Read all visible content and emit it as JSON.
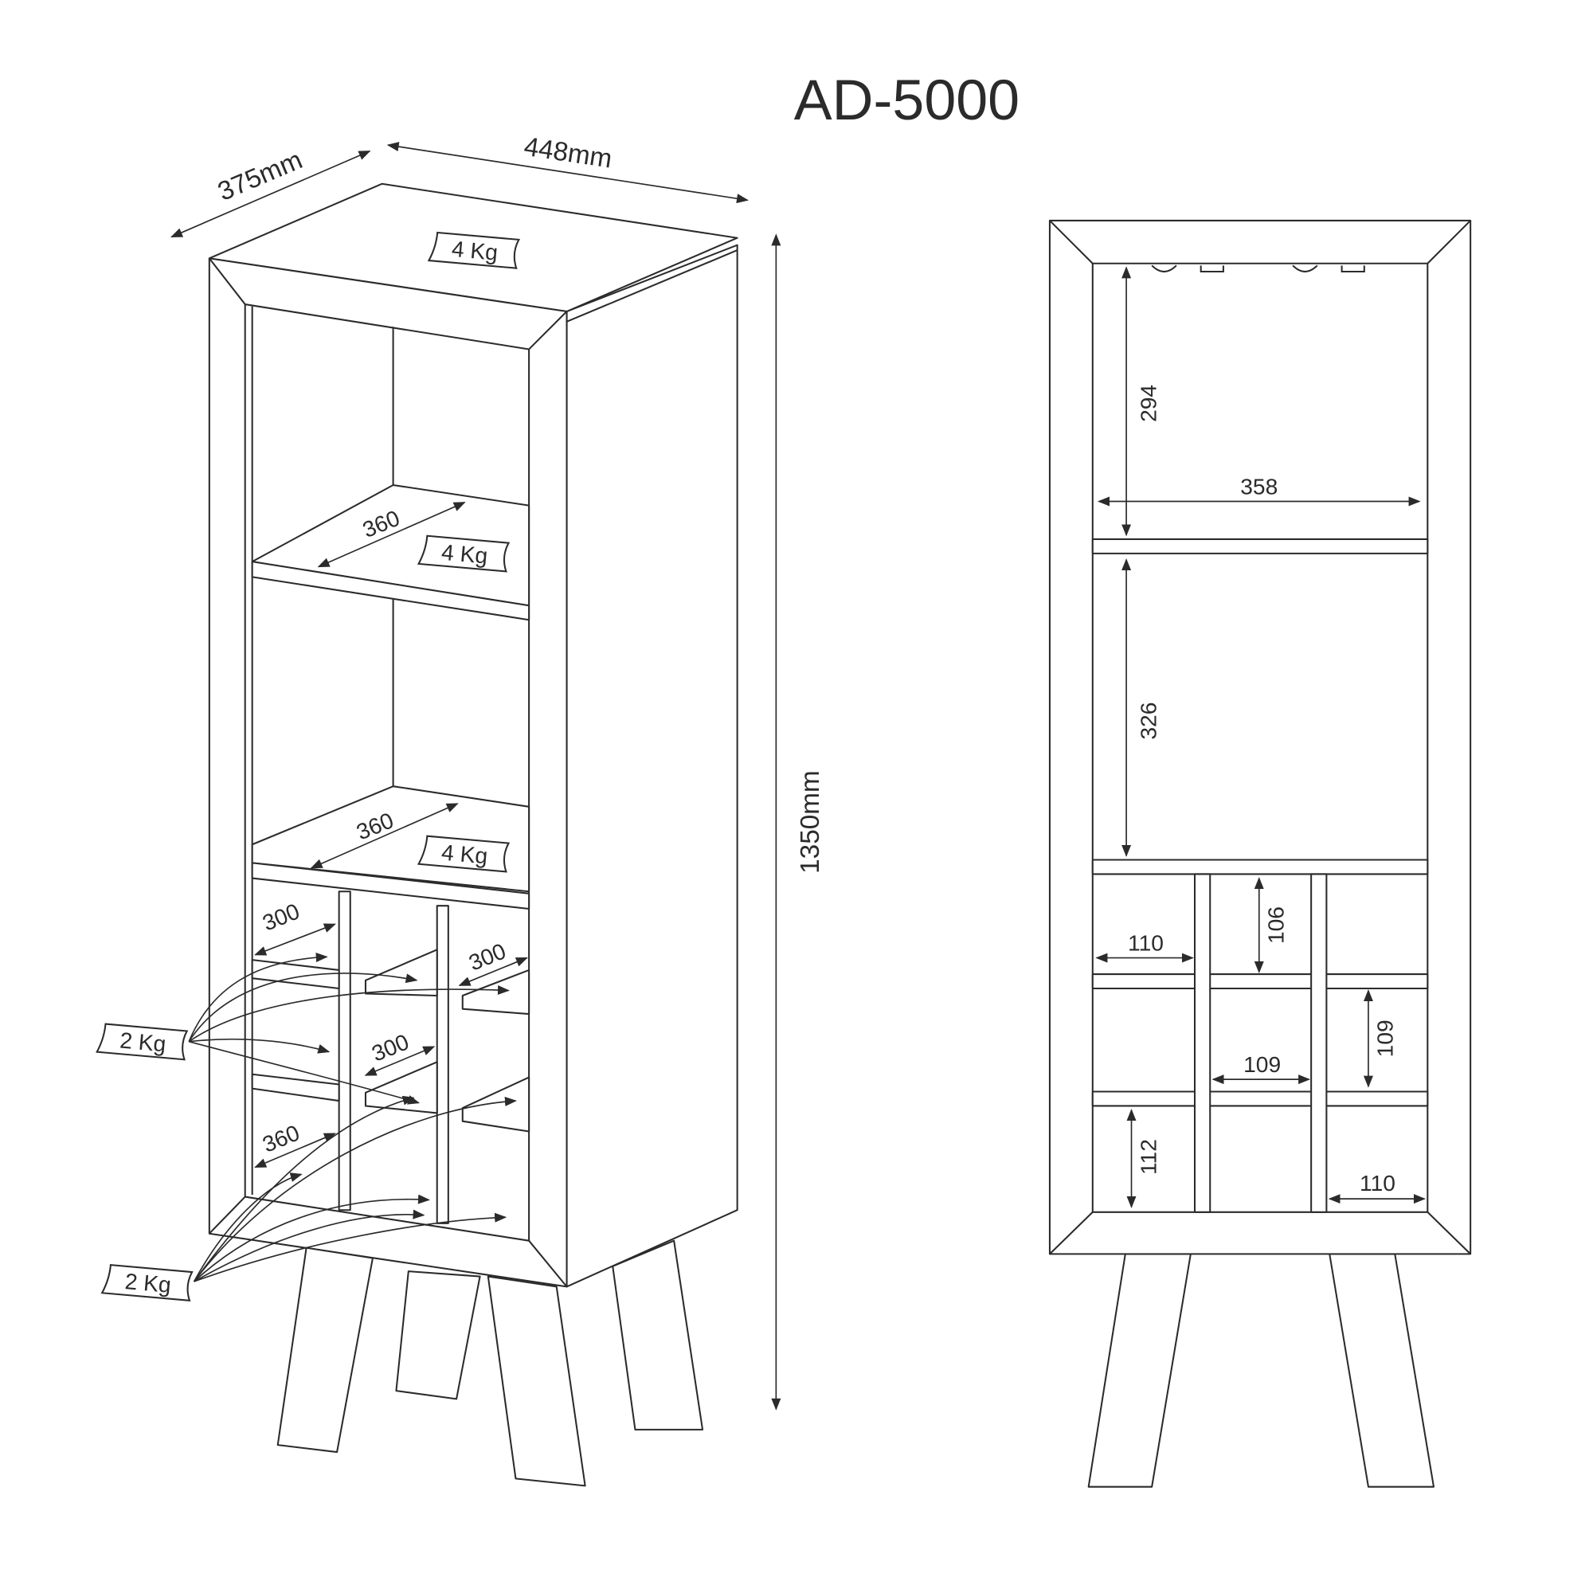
{
  "title": "AD-5000",
  "overall_dimensions": {
    "depth": "375mm",
    "width": "448mm",
    "height": "1350mm"
  },
  "perspective_view": {
    "load_labels": {
      "top": "4 Kg",
      "shelf_1": "4 Kg",
      "shelf_2": "4 Kg",
      "rack_upper": "2 Kg",
      "rack_lower": "2 Kg"
    },
    "depths": {
      "shelf_1": "360",
      "shelf_2": "360",
      "rack_a": "300",
      "rack_b": "300",
      "rack_c": "300",
      "rack_d": "360"
    }
  },
  "front_view": {
    "upper_height": "294",
    "inner_width": "358",
    "middle_height": "326",
    "cell_height_top": "106",
    "cell_width_left": "110",
    "cell_height_mid": "109",
    "cell_width_mid": "109",
    "cell_height_bottom": "112",
    "cell_width_right": "110"
  },
  "colors": {
    "line": "#2b2b2b",
    "background": "#ffffff"
  }
}
